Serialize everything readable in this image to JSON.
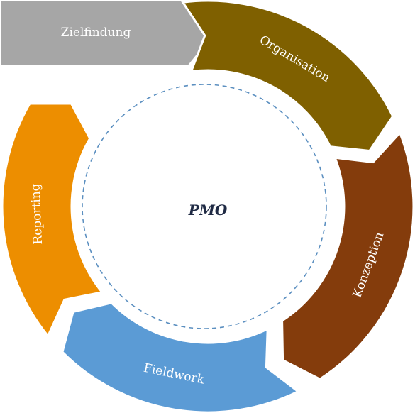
{
  "diagram": {
    "center_label": "PMO",
    "start_step": {
      "label": "Zielfindung",
      "color": "#a6a6a6"
    },
    "cycle_steps": [
      {
        "label": "Organisation",
        "color": "#7f6000"
      },
      {
        "label": "Konzeption",
        "color": "#843c0c"
      },
      {
        "label": "Fieldwork",
        "color": "#5b9bd5"
      },
      {
        "label": "Reporting",
        "color": "#ed8e00"
      }
    ],
    "center_ring_color": "#5b8fc0"
  }
}
